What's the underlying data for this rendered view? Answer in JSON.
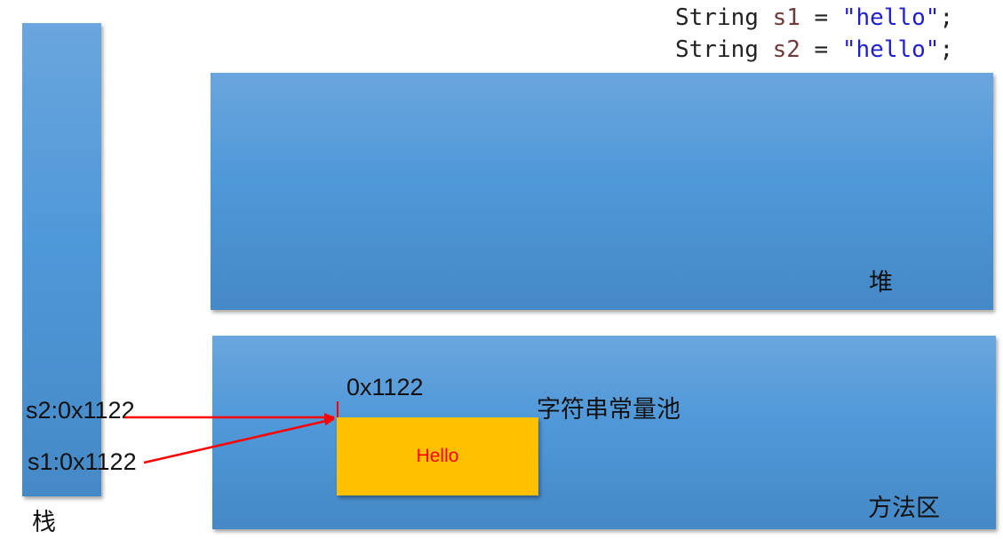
{
  "code": {
    "lines": [
      {
        "type": "String",
        "var": "s1",
        "op": "=",
        "str": "\"hello\"",
        "end": ";"
      },
      {
        "type": "String",
        "var": "s2",
        "op": "=",
        "str": "\"hello\"",
        "end": ";"
      }
    ]
  },
  "regions": {
    "stack_label": "栈",
    "heap_label": "堆",
    "method_area_label": "方法区",
    "constant_pool_label": "字符串常量池"
  },
  "stack_entries": {
    "s2": "s2:0x1122",
    "s1": "s1:0x1122"
  },
  "pool": {
    "address": "0x1122",
    "value": "Hello"
  },
  "colors": {
    "region_fill": "#5b9bd5",
    "pool_fill": "#ffc000",
    "arrow": "#ff0000",
    "string_literal": "#1f1fd0",
    "variable": "#6e3b3b"
  }
}
